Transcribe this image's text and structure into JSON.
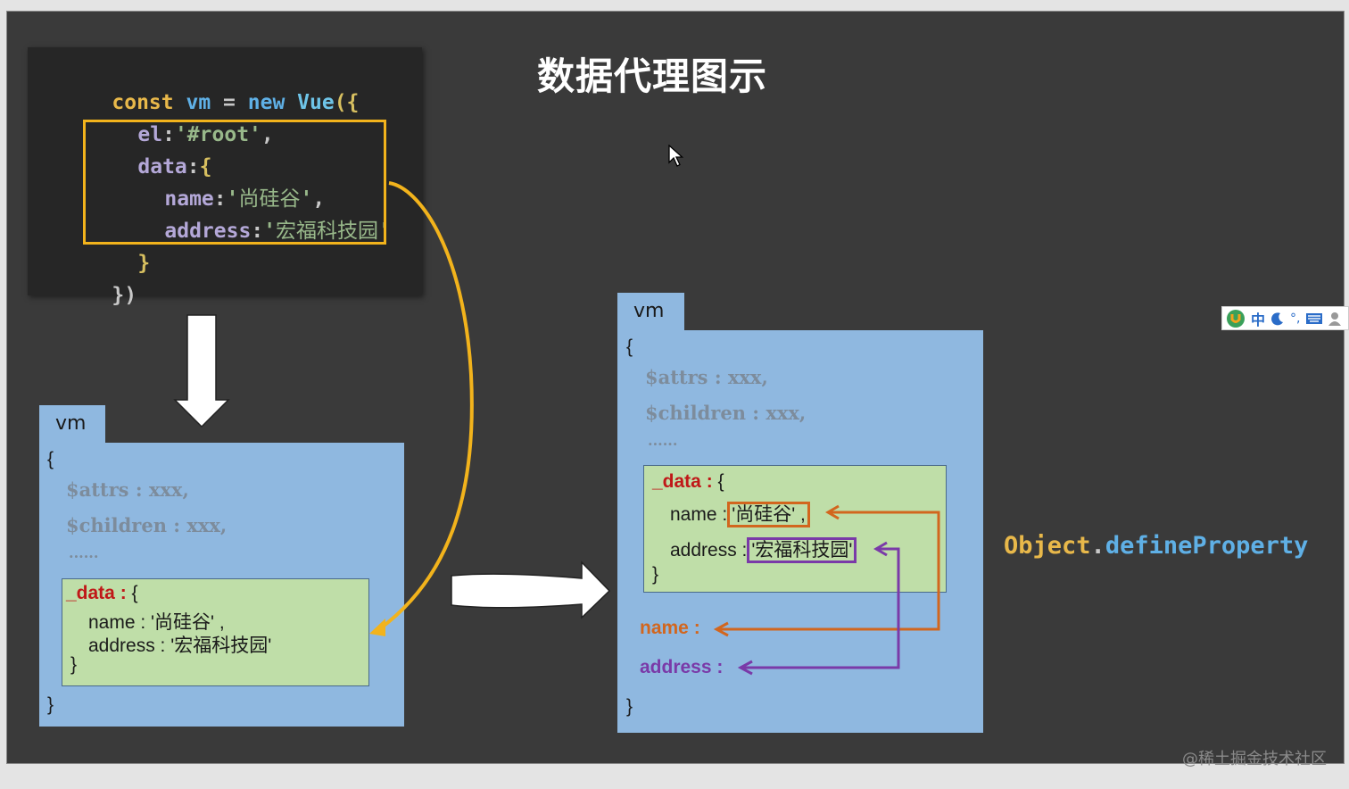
{
  "slide": {
    "title": "数据代理图示",
    "code": {
      "line1": {
        "const": "const",
        "vm": "vm",
        "eq": " = ",
        "new": "new",
        "vue": "Vue",
        "open": "({"
      },
      "line2": {
        "key": "el",
        "colon": ":",
        "value": "'#root'",
        "comma": ","
      },
      "line3": {
        "key": "data",
        "colon": ":",
        "open": "{"
      },
      "line4": {
        "key": "name",
        "colon": ":",
        "q1": "'",
        "value": "尚硅谷",
        "q2": "'",
        "comma": ","
      },
      "line5": {
        "key": "address",
        "colon": ":",
        "q1": "'",
        "value": "宏福科技园",
        "q2": "'"
      },
      "line6": {
        "close": "}"
      },
      "line7": {
        "close": "})"
      }
    },
    "left_vm": {
      "tab": "vm",
      "open": "{",
      "attrs": "$attrs : xxx,",
      "children": "$children : xxx,",
      "ellipsis": "......",
      "data_key": "_data :",
      "data_open": " {",
      "name_line": "name : '尚硅谷' ,",
      "address_line": "address : '宏福科技园'",
      "data_close": "}",
      "close": "}"
    },
    "right_vm": {
      "tab": "vm",
      "open": "{",
      "attrs": "$attrs : xxx,",
      "children": "$children : xxx,",
      "ellipsis": "......",
      "data_key": "_data :",
      "data_open": " {",
      "name_key": "name :",
      "name_value": "'尚硅谷' ,",
      "address_key": "address :",
      "address_value": "'宏福科技园'",
      "data_close": "}",
      "proxy_name": "name :",
      "proxy_address": "address :",
      "close": "}"
    },
    "define_property": {
      "object": "Object",
      "dot": ".",
      "method": "defineProperty"
    },
    "colors": {
      "highlight_yellow": "#f2b31c",
      "name_orange": "#d2661e",
      "address_purple": "#7a3aa8",
      "vm_blue": "#8fb8e0",
      "data_green": "#bfdea8",
      "data_red": "#c01818"
    }
  },
  "ime_toolbar": {
    "icons": [
      "ime-logo-icon",
      "chinese-mode-icon",
      "moon-icon",
      "punctuation-icon",
      "keyboard-icon",
      "user-icon"
    ],
    "chinese_label": "中",
    "punct_label": "°,"
  },
  "watermark": "@稀土掘金技术社区"
}
